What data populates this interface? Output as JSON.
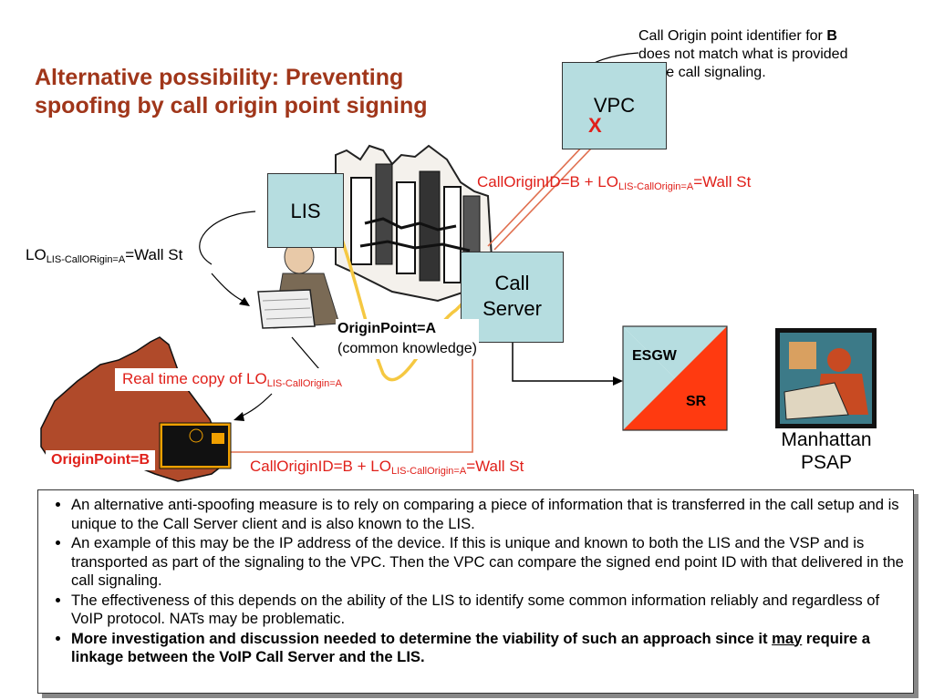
{
  "title": {
    "line1": "Alternative possibility: Preventing",
    "line2": "spoofing by call origin point signing"
  },
  "vpc_note": {
    "text": "Call Origin point identifier for ",
    "bold": "B",
    "rest1": "does not match what is provided",
    "rest2": "in the call signaling."
  },
  "boxes": {
    "vpc": "VPC",
    "x_mark": "X",
    "lis": "LIS",
    "call_server_line1": "Call",
    "call_server_line2": "Server",
    "esgw": "ESGW",
    "sr": "SR"
  },
  "labels": {
    "lo_prefix": "LO",
    "lo_sub": "LIS-CallORigin=A",
    "lo_value": "=Wall St",
    "origin_a": "OriginPoint=A",
    "common_knowledge": "(common knowledge)",
    "realtime_prefix": "Real time copy of LO",
    "realtime_sub": "LIS-CallOrigin=A",
    "origin_b": "OriginPoint=B",
    "callorigin_top_prefix": "CallOriginID=B + LO",
    "callorigin_top_sub": "LIS-CallOrigin=A",
    "callorigin_top_value": "=Wall St",
    "callorigin_bottom_prefix": "CallOriginID=B + LO",
    "callorigin_bottom_sub": "LIS-CallOrigin=A",
    "callorigin_bottom_value": "=Wall St",
    "psap_line1": "Manhattan",
    "psap_line2": "PSAP"
  },
  "colors": {
    "title": "#a0361a",
    "box_fill": "#b6dde0",
    "sr_fill": "#ff3a10",
    "red_text": "#e0201a",
    "signal_line": "#e07050",
    "yellow_arrow": "#f5c842",
    "australia": "#b04a2a"
  },
  "bullets": [
    "An alternative anti-spoofing measure is to rely on comparing a piece of information that is transferred in the call setup and is unique to the Call Server client and is also known to the LIS.",
    "An example of this may be the IP address of the device. If this is unique and known to both the LIS and the VSP and is transported as part of the signaling to the VPC. Then the VPC can compare the signed end point ID with that delivered in the call signaling.",
    "The effectiveness of this depends on the ability of the LIS to identify some common information reliably and regardless of VoIP protocol. NATs may be problematic."
  ],
  "bullet_last": {
    "part1": "More investigation and discussion needed to determine the viability of such an approach since it ",
    "underlined": "may",
    "part2": " require a linkage between the VoIP Call Server and the LIS."
  }
}
